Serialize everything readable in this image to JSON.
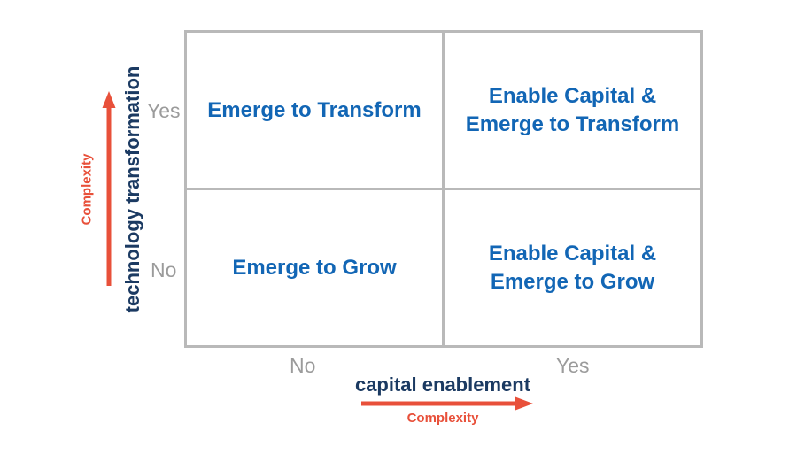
{
  "chart_data": {
    "type": "table",
    "title": "",
    "xlabel": "capital enablement",
    "ylabel": "technology transformation",
    "x_ticks": [
      "No",
      "Yes"
    ],
    "y_ticks": [
      "No",
      "Yes"
    ],
    "x_direction_label": "Complexity",
    "y_direction_label": "Complexity",
    "categories": [
      "No",
      "Yes"
    ],
    "cells": [
      {
        "x": "No",
        "y": "Yes",
        "lines": [
          "Emerge to Transform"
        ]
      },
      {
        "x": "Yes",
        "y": "Yes",
        "lines": [
          "Enable Capital &",
          "Emerge to Transform"
        ]
      },
      {
        "x": "No",
        "y": "No",
        "lines": [
          "Emerge to Grow"
        ]
      },
      {
        "x": "Yes",
        "y": "No",
        "lines": [
          "Enable Capital &",
          "Emerge to Grow"
        ]
      }
    ],
    "grid": true,
    "legend": "none"
  },
  "matrix": {
    "quadrants": {
      "top_left": {
        "line1": "Emerge to Transform",
        "line2": ""
      },
      "top_right": {
        "line1": "Enable Capital &",
        "line2": "Emerge to Transform"
      },
      "bottom_left": {
        "line1": "Emerge to Grow",
        "line2": ""
      },
      "bottom_right": {
        "line1": "Enable Capital &",
        "line2": "Emerge to Grow"
      }
    }
  },
  "y_axis": {
    "name": "technology transformation",
    "complexity_label": "Complexity",
    "value_high": "Yes",
    "value_low": "No",
    "arrow_icon": "arrow-up-icon"
  },
  "x_axis": {
    "name": "capital enablement",
    "complexity_label": "Complexity",
    "value_low": "No",
    "value_high": "Yes",
    "arrow_icon": "arrow-right-icon"
  },
  "colors": {
    "quadrant_text": "#1266b5",
    "axis_name": "#1b3a62",
    "complexity": "#e8503a",
    "axis_value": "#9b9b9b",
    "grid_line": "#b9b9b9",
    "background": "#ffffff"
  }
}
